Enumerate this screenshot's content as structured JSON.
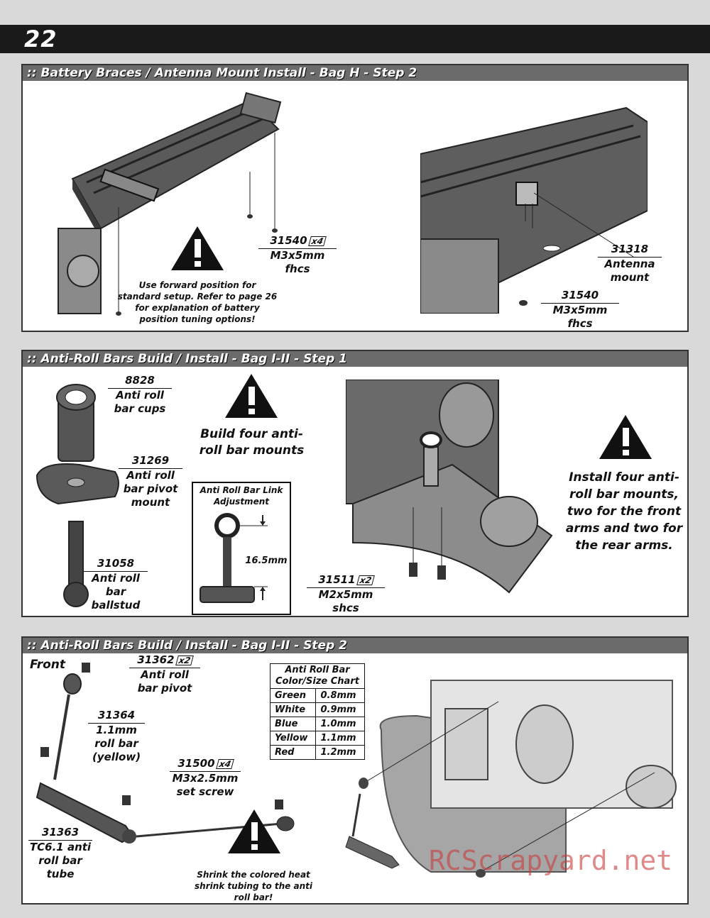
{
  "page": {
    "number": "22"
  },
  "section1": {
    "title": ":: Battery Braces / Antenna Mount Install - Bag H - Step 2",
    "callouts": [
      {
        "part": "31540",
        "qty": "x4",
        "desc": [
          "M3x5mm",
          "fhcs"
        ]
      },
      {
        "part": "31318",
        "desc": [
          "Antenna",
          "mount"
        ]
      },
      {
        "part": "31540",
        "desc": [
          "M3x5mm",
          "fhcs"
        ]
      }
    ],
    "note": "Use forward position for standard setup.  Refer to page 26 for explanation of battery position tuning options!"
  },
  "section2": {
    "title": ":: Anti-Roll Bars Build / Install - Bag I-II - Step 1",
    "callouts": [
      {
        "part": "8828",
        "desc": [
          "Anti roll",
          "bar cups"
        ]
      },
      {
        "part": "31269",
        "desc": [
          "Anti roll",
          "bar pivot",
          "mount"
        ]
      },
      {
        "part": "31058",
        "desc": [
          "Anti roll",
          "bar",
          "ballstud"
        ]
      },
      {
        "part": "31511",
        "qty": "x2",
        "desc": [
          "M2x5mm",
          "shcs"
        ]
      }
    ],
    "build_note": "Build four anti-roll bar mounts",
    "adjustment": {
      "title": "Anti Roll Bar Link Adjustment",
      "dimension": "16.5mm"
    },
    "install_note": "Install four anti-roll bar mounts, two for the front arms and two for the rear arms."
  },
  "section3": {
    "title": ":: Anti-Roll Bars Build / Install - Bag I-II - Step 2",
    "front_label": "Front",
    "callouts": [
      {
        "part": "31362",
        "qty": "x2",
        "desc": [
          "Anti roll",
          "bar pivot"
        ]
      },
      {
        "part": "31364",
        "desc": [
          "1.1mm",
          "roll bar",
          "(yellow)"
        ]
      },
      {
        "part": "31500",
        "qty": "x4",
        "desc": [
          "M3x2.5mm",
          "set screw"
        ]
      },
      {
        "part": "31363",
        "desc": [
          "TC6.1 anti",
          "roll bar",
          "tube"
        ]
      }
    ],
    "chart": {
      "title": "Anti Roll Bar Color/Size Chart",
      "rows": [
        {
          "color": "Green",
          "size": "0.8mm"
        },
        {
          "color": "White",
          "size": "0.9mm"
        },
        {
          "color": "Blue",
          "size": "1.0mm"
        },
        {
          "color": "Yellow",
          "size": "1.1mm"
        },
        {
          "color": "Red",
          "size": "1.2mm"
        }
      ]
    },
    "note": "Shrink the colored heat shrink tubing to the anti roll bar!"
  },
  "watermark": "RCScrapyard.net"
}
